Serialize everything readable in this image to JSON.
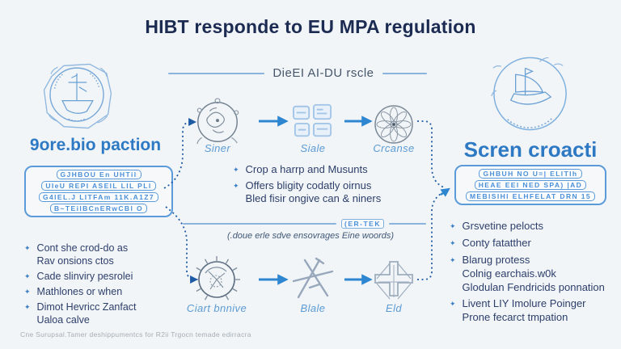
{
  "title": "HIBT responde to EU MPA regulation",
  "top_flow": {
    "label": "DieEI AI-DU rscle"
  },
  "colors": {
    "background": "#f2f5f7",
    "title_navy": "#1c2b52",
    "brand_blue": "#2e79c4",
    "lineart_blue": "#7fb0de",
    "arrow_blue": "#2e86d1",
    "dashed_blue": "#1d5ca5",
    "body_text": "#2c3e6b",
    "caption_gray": "#a5aeb6"
  },
  "left_panel": {
    "emblem": "ship-seal-emblem",
    "heading": "9ore.bio paction",
    "block_rows": [
      "GJHBOU En UHTil",
      "UIeU REPI ASElL LIL PLl",
      "G4lEL.J LITFAm 11K.A1Z7",
      "B~TEilBCnERwCBl O"
    ],
    "bullets": [
      "Cont she crod-do as\nRav onsions ctos",
      "Cade slinviry pesrolei",
      "Mathlones or when",
      "Dimot Hevricc Zanfact\nUaloa calve"
    ]
  },
  "flow_top": {
    "steps": [
      {
        "label": "Siner",
        "icon": "seal-circle-icon"
      },
      {
        "label": "Siale",
        "icon": "blocks-icon"
      },
      {
        "label": "Crcanse",
        "icon": "rosette-icon"
      }
    ],
    "notes": [
      "Crop a harrp and Musunts",
      "Offers bligity codatly oirnus\nBled fisir ongive can & niners"
    ]
  },
  "mid_divider": {
    "chip": "(ER-TEK",
    "caption": "(.doue erle sdve ensovrages Eine woords)"
  },
  "flow_bottom": {
    "steps": [
      {
        "label": "Ciart bnnive",
        "icon": "gear-sun-icon"
      },
      {
        "label": "Blale",
        "icon": "easel-icon"
      },
      {
        "label": "Eld",
        "icon": "cross-icon"
      }
    ]
  },
  "right_panel": {
    "emblem": "sailboat-seal-emblem",
    "heading": "Scren croacti",
    "block_rows": [
      "GHBUH NO U=| ELlTIh",
      "HEAE EEl NED SPA) |AD",
      "MEBlSIHl ELHFELAT DRN 15"
    ],
    "bullets": [
      "Grsvetine pelocts",
      "Conty fatatther",
      "Blarug protess\nColnig earchais.w0k\nGlodulan Fendricids ponnation",
      "Livent LIY Imolure Poinger\nProne fecarct tmpation"
    ]
  },
  "footer": {
    "caption": "Cne Surupsal.Tamer deshippumentcs for R2ii Trgocn temade edirracra"
  },
  "bullet_glyph": "✦"
}
